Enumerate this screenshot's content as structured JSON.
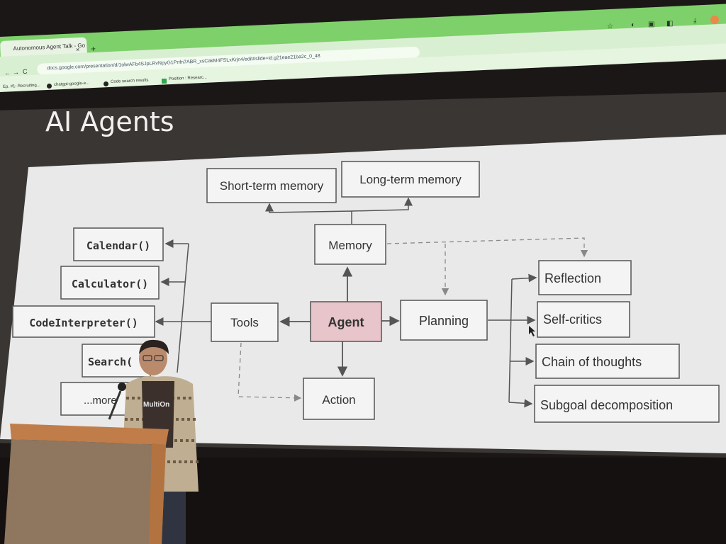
{
  "browser": {
    "tab_title": "Autonomous Agent Talk - Go",
    "tab_close": "×",
    "new_tab": "+",
    "url": "docs.google.com/presentation/d/1olwAFb4SJpLRvNpyG1Pnfn7ABR_xsCakM4FSLxKrjn4/edit#slide=id.g21eae21ba2c_0_48",
    "nav": {
      "back": "←",
      "forward": "→",
      "reload": "C"
    },
    "bookmarks": [
      {
        "label": "Ep. #1: Recruiting...",
        "icon": "folder-icon"
      },
      {
        "label": "chatgpt-google-e...",
        "icon": "github-icon"
      },
      {
        "label": "Code search results",
        "icon": "github-icon"
      },
      {
        "label": "Position : Researc...",
        "icon": "sheet-icon"
      }
    ],
    "toolbar_icons": [
      "star-icon",
      "extension-icon",
      "extension-icon",
      "puzzle-icon",
      "download-icon",
      "profile-icon"
    ]
  },
  "slide": {
    "title": "AI Agents",
    "diagram": {
      "center": "Agent",
      "memory": "Memory",
      "short_term": "Short-term memory",
      "long_term": "Long-term memory",
      "tools": "Tools",
      "planning": "Planning",
      "action": "Action",
      "tool_items": [
        "Calendar()",
        "Calculator()",
        "CodeInterpreter()",
        "Search(",
        "...more"
      ],
      "planning_items": [
        "Reflection",
        "Self-critics",
        "Chain of thoughts",
        "Subgoal decomposition"
      ],
      "colors": {
        "agent_fill": "#e8c5ca",
        "box_fill": "#f4f4f4",
        "line": "#555555",
        "slide_bg": "#e9e9e9"
      }
    }
  },
  "speaker": {
    "shirt_text": "MultiOn"
  }
}
